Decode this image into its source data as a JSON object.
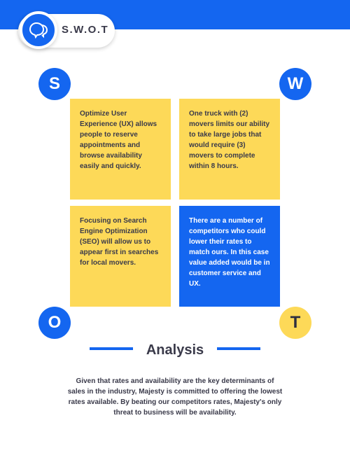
{
  "header": {
    "title": "S.W.O.T",
    "logo_icon": "speech-bubbles-icon",
    "brand_color": "#1466f0"
  },
  "swot": {
    "letters": {
      "s": "S",
      "w": "W",
      "o": "O",
      "t": "T"
    },
    "strength": "Optimize User Experience (UX) allows people to reserve appointments and browse availability easily and quickly.",
    "weakness": "One truck with (2) movers limits our ability to take large jobs that would require (3) movers to complete within 8 hours.",
    "opportunity": "Focusing on Search Engine Optimization (SEO) will allow us to appear first in searches for local movers.",
    "threat": "There are a number of competitors who could lower their rates to match ours. In this case value added would be in customer service and UX.",
    "colors": {
      "blue": "#1466f0",
      "yellow": "#fdd958"
    }
  },
  "analysis": {
    "title": "Analysis",
    "body": "Given that rates and availability are the key determinants of sales in the industry, Majesty is committed to offering the lowest rates available. By beating our competitors rates, Majesty's only threat to business will be availability."
  }
}
